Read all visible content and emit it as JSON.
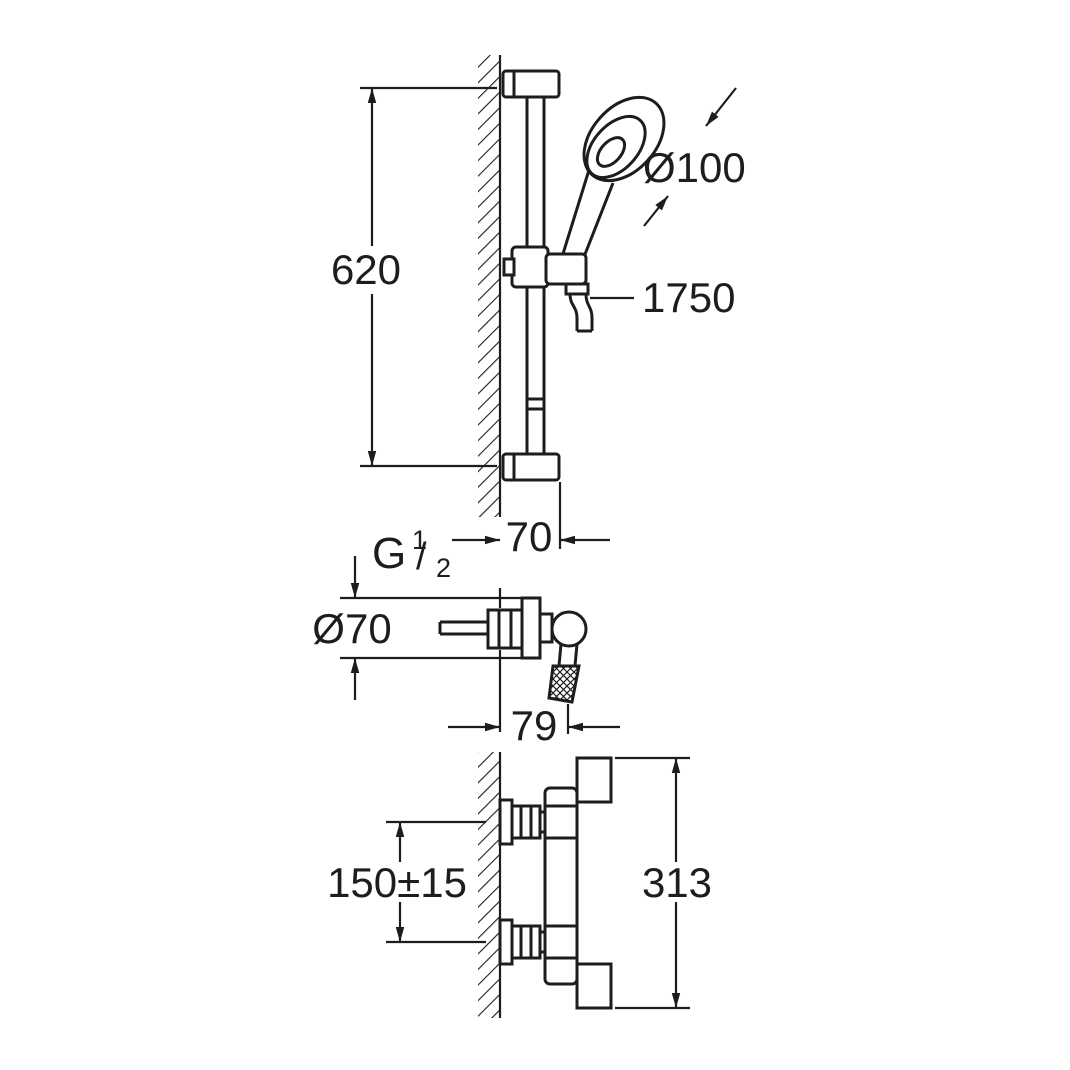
{
  "meta": {
    "description": "Technical dimensional drawing of a shower rail set with hand shower, wall union and thermostatic shower mixer",
    "line_color": "#1d1d1b",
    "background_color": "#ffffff"
  },
  "rail_view": {
    "rail_height": "620",
    "head_diameter": "Ø100",
    "hose_length": "1750",
    "bracket_depth": "70"
  },
  "union_view": {
    "thread_prefix": "G",
    "thread_numerator": "1",
    "thread_slash": "/",
    "thread_denominator": "2",
    "flange_diameter": "Ø70",
    "depth": "79"
  },
  "mixer_view": {
    "inlet_spacing": "150±15",
    "overall_height": "313"
  }
}
